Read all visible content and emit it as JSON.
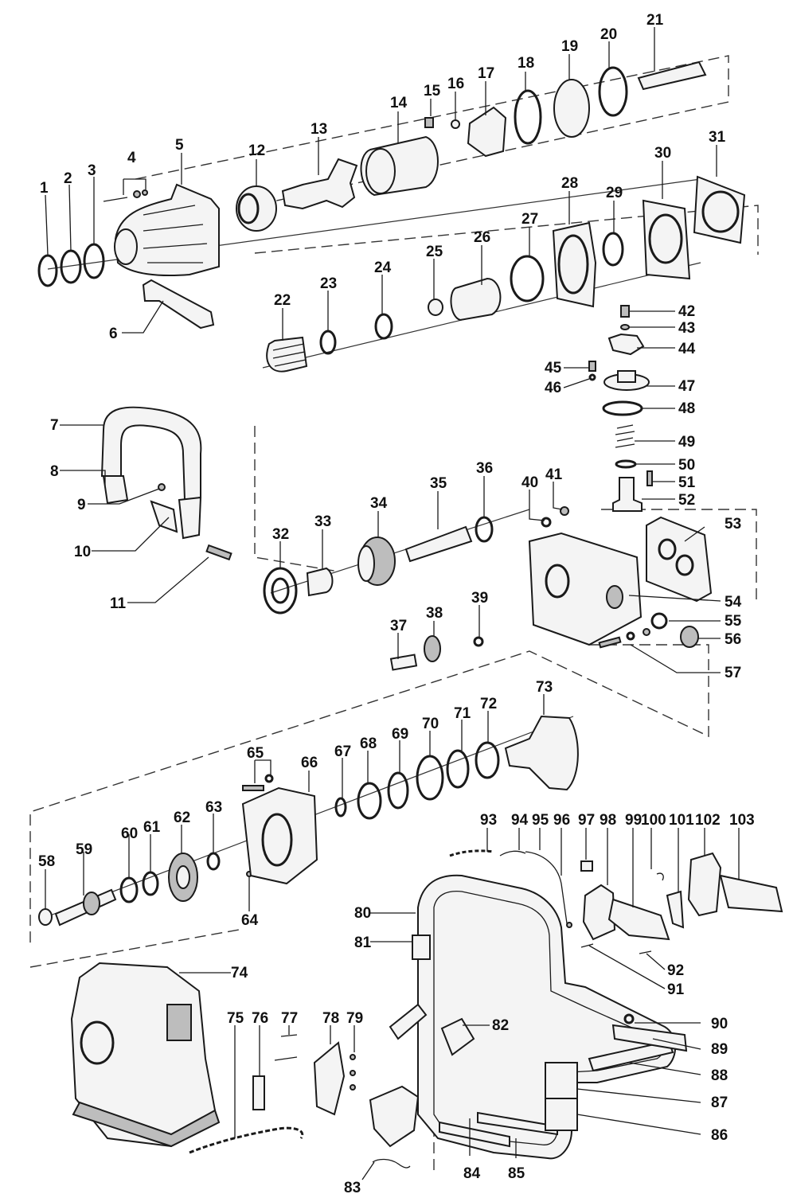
{
  "callouts": [
    "1",
    "2",
    "3",
    "4",
    "5",
    "6",
    "7",
    "8",
    "9",
    "10",
    "11",
    "12",
    "13",
    "14",
    "15",
    "16",
    "17",
    "18",
    "19",
    "20",
    "21",
    "22",
    "23",
    "24",
    "25",
    "26",
    "27",
    "28",
    "29",
    "30",
    "31",
    "32",
    "33",
    "34",
    "35",
    "36",
    "37",
    "38",
    "39",
    "40",
    "41",
    "42",
    "43",
    "44",
    "45",
    "46",
    "47",
    "48",
    "49",
    "50",
    "51",
    "52",
    "53",
    "54",
    "55",
    "56",
    "57",
    "58",
    "59",
    "60",
    "61",
    "62",
    "63",
    "64",
    "65",
    "66",
    "67",
    "68",
    "69",
    "70",
    "71",
    "72",
    "73",
    "74",
    "75",
    "76",
    "77",
    "78",
    "79",
    "80",
    "81",
    "82",
    "83",
    "84",
    "85",
    "86",
    "87",
    "88",
    "89",
    "90",
    "91",
    "92",
    "93",
    "94",
    "95",
    "96",
    "97",
    "98",
    "99",
    "100",
    "101",
    "102",
    "103"
  ]
}
